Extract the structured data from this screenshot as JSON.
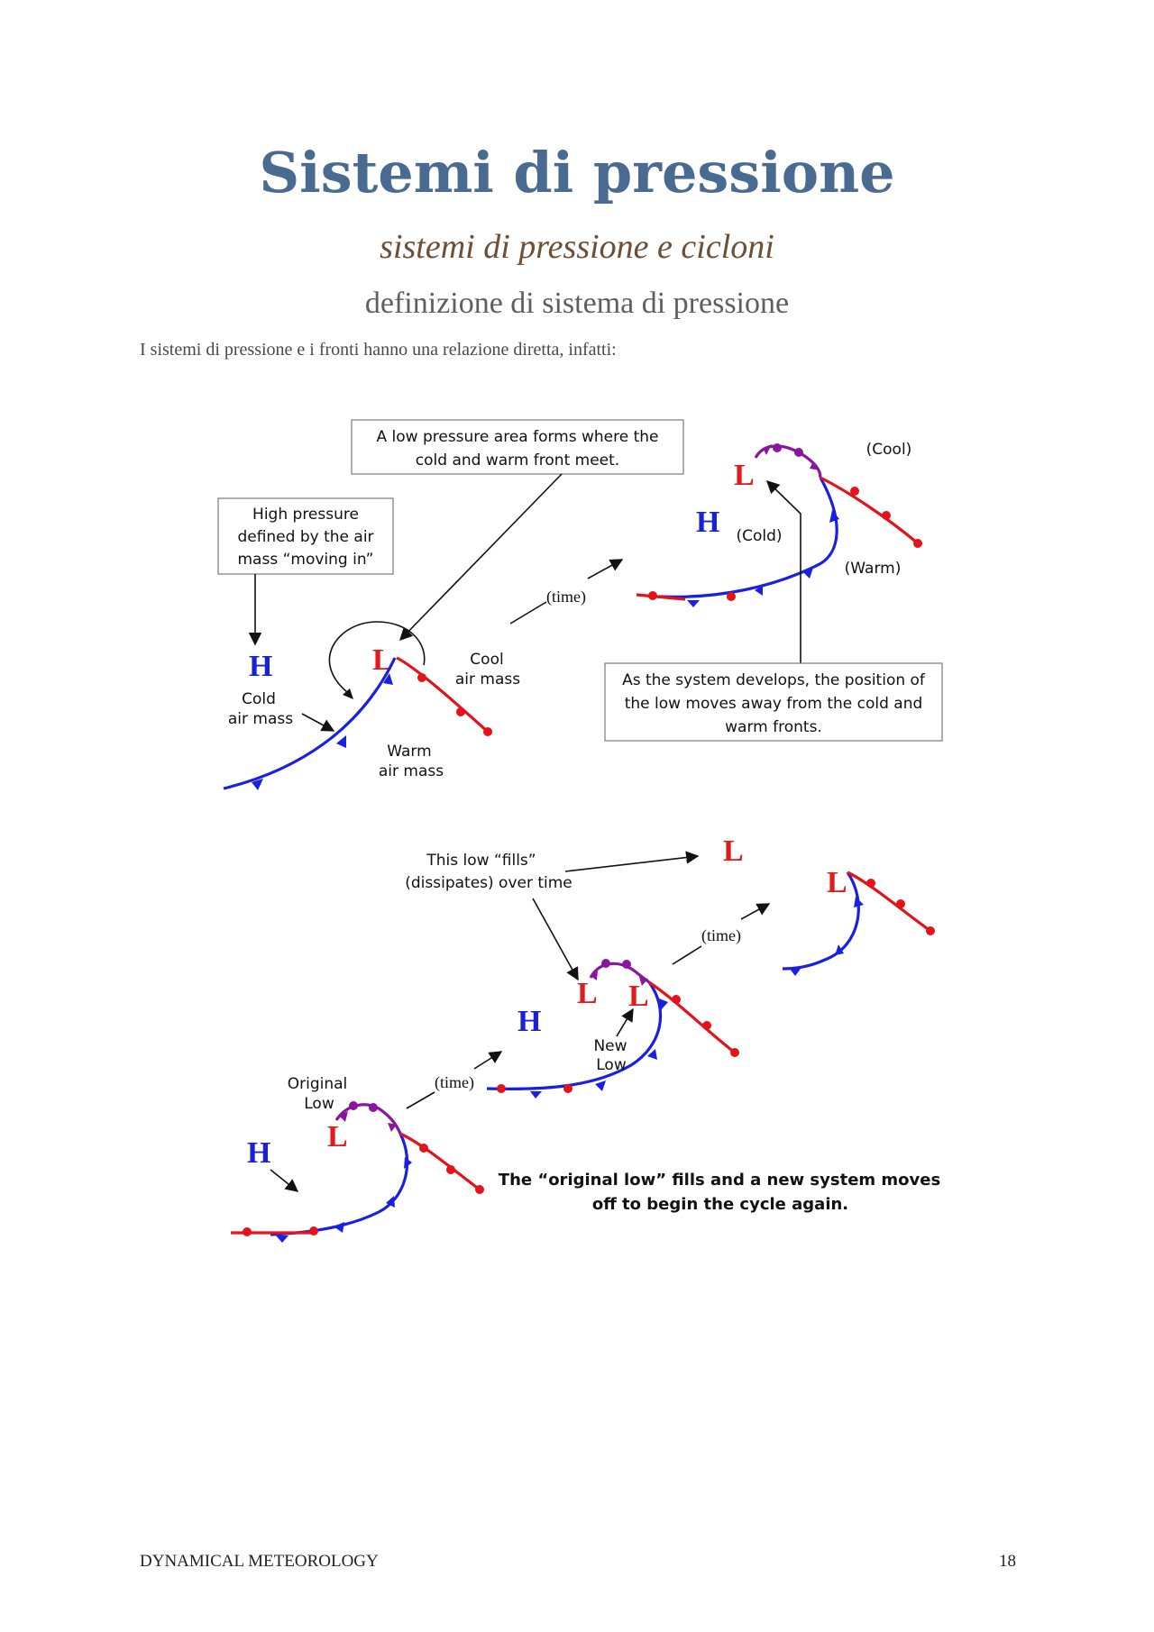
{
  "page": {
    "title": "Sistemi di pressione",
    "subtitle": "sistemi di pressione e cicloni",
    "section": "definizione di sistema di pressione",
    "intro": "I sistemi di pressione e i fronti hanno una relazione diretta, infatti:",
    "footer_left": "DYNAMICAL METEOROLOGY",
    "page_number": "18"
  },
  "figure": {
    "symbol_high": "H",
    "symbol_low": "L",
    "box_low_forms": [
      "A low pressure area forms where the",
      "cold and warm front meet."
    ],
    "box_high": [
      "High pressure",
      "defined by the air",
      "mass “moving in”"
    ],
    "box_develops": [
      "As the system develops, the position of",
      "the low moves away from the cold and",
      "warm fronts."
    ],
    "cold_air_mass": [
      "Cold",
      "air mass"
    ],
    "cool_air_mass": [
      "Cool",
      "air mass"
    ],
    "warm_air_mass": [
      "Warm",
      "air mass"
    ],
    "time": "(time)",
    "cool": "(Cool)",
    "cold": "(Cold)",
    "warm": "(Warm)",
    "fills": [
      "This low “fills”",
      "(dissipates) over time"
    ],
    "original_low": [
      "Original",
      "Low"
    ],
    "new_low": [
      "New",
      "Low"
    ],
    "caption": [
      "The “original low” fills and a new system moves",
      "off to begin the cycle again."
    ]
  },
  "colors": {
    "title": "#4a6b91",
    "subtitle": "#6b4f36",
    "cold_front": "#1a20e0",
    "warm_front": "#e3121b",
    "occluded_front": "#8a16a0"
  }
}
